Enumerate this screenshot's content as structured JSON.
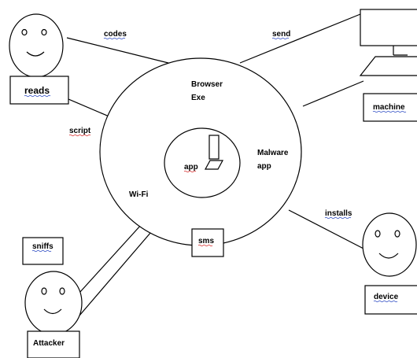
{
  "diagram": {
    "center_labels": {
      "browser_line1": "Browser",
      "browser_line2": "Exe",
      "app": "app",
      "malware_line1": "Malware",
      "malware_line2": "app",
      "wifi": "Wi-Fi",
      "sms": "sms"
    },
    "edge_labels": {
      "codes": "codes",
      "send": "send",
      "script": "script",
      "installs": "installs"
    },
    "nodes": {
      "reads": "reads",
      "machine": "machine",
      "sniffs": "sniffs",
      "attacker": "Attacker",
      "device": "device"
    }
  }
}
